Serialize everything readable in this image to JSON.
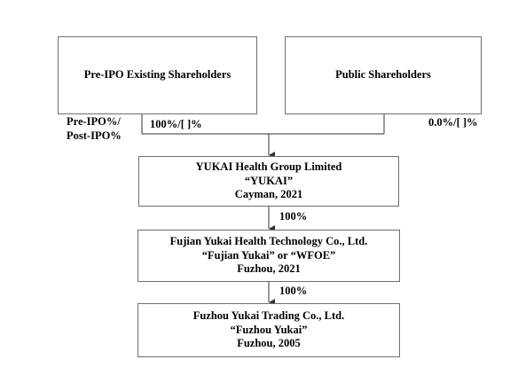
{
  "shareholders": {
    "pre_ipo": {
      "label": "Pre-IPO Existing Shareholders"
    },
    "public": {
      "label": "Public Shareholders"
    }
  },
  "ownership_labels": {
    "legend_line1": "Pre-IPO%/",
    "legend_line2": "Post-IPO%",
    "pre_ipo_pct": "100%/[ ]%",
    "public_pct": "0.0%/[ ]%"
  },
  "entities": [
    {
      "name": "YUKAI Health Group Limited",
      "short": "“YUKAI”",
      "location": "Cayman, 2021"
    },
    {
      "name": "Fujian Yukai Health Technology Co., Ltd.",
      "short": "“Fujian Yukai” or “WFOE”",
      "location": "Fuzhou, 2021"
    },
    {
      "name": "Fuzhou Yukai Trading Co., Ltd.",
      "short": "“Fuzhou Yukai”",
      "location": "Fuzhou, 2005"
    }
  ],
  "links": [
    {
      "pct": "100%"
    },
    {
      "pct": "100%"
    }
  ],
  "colors": {
    "border": "#6f6f6f",
    "line": "#333333",
    "text": "#000000"
  }
}
